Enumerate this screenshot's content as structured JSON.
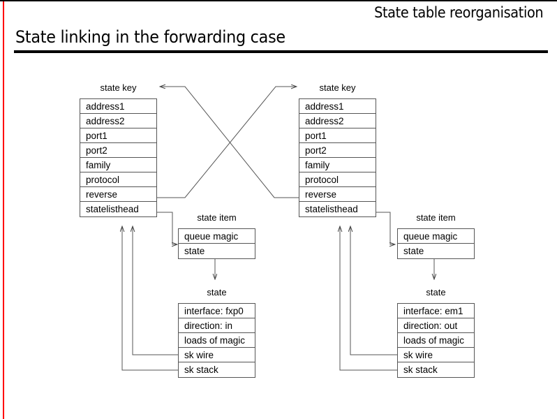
{
  "slide": {
    "kicker": "State table reorganisation",
    "title": "State linking in the forwarding case",
    "accent_color": "#ff0000",
    "rule_color": "#000000",
    "box_border_color": "#555555",
    "background": "#ffffff"
  },
  "diagram": {
    "left": {
      "state_key": {
        "caption": "state key",
        "rows": [
          "address1",
          "address2",
          "port1",
          "port2",
          "family",
          "protocol",
          "reverse",
          "statelisthead"
        ]
      },
      "state_item": {
        "caption": "state item",
        "rows": [
          "queue magic",
          "state"
        ]
      },
      "state": {
        "caption": "state",
        "rows": [
          "interface: fxp0",
          "direction: in",
          "loads of magic",
          "sk wire",
          "sk stack"
        ]
      }
    },
    "right": {
      "state_key": {
        "caption": "state key",
        "rows": [
          "address1",
          "address2",
          "port1",
          "port2",
          "family",
          "protocol",
          "reverse",
          "statelisthead"
        ]
      },
      "state_item": {
        "caption": "state item",
        "rows": [
          "queue magic",
          "state"
        ]
      },
      "state": {
        "caption": "state",
        "rows": [
          "interface: em1",
          "direction: out",
          "loads of magic",
          "sk wire",
          "sk stack"
        ]
      }
    }
  }
}
